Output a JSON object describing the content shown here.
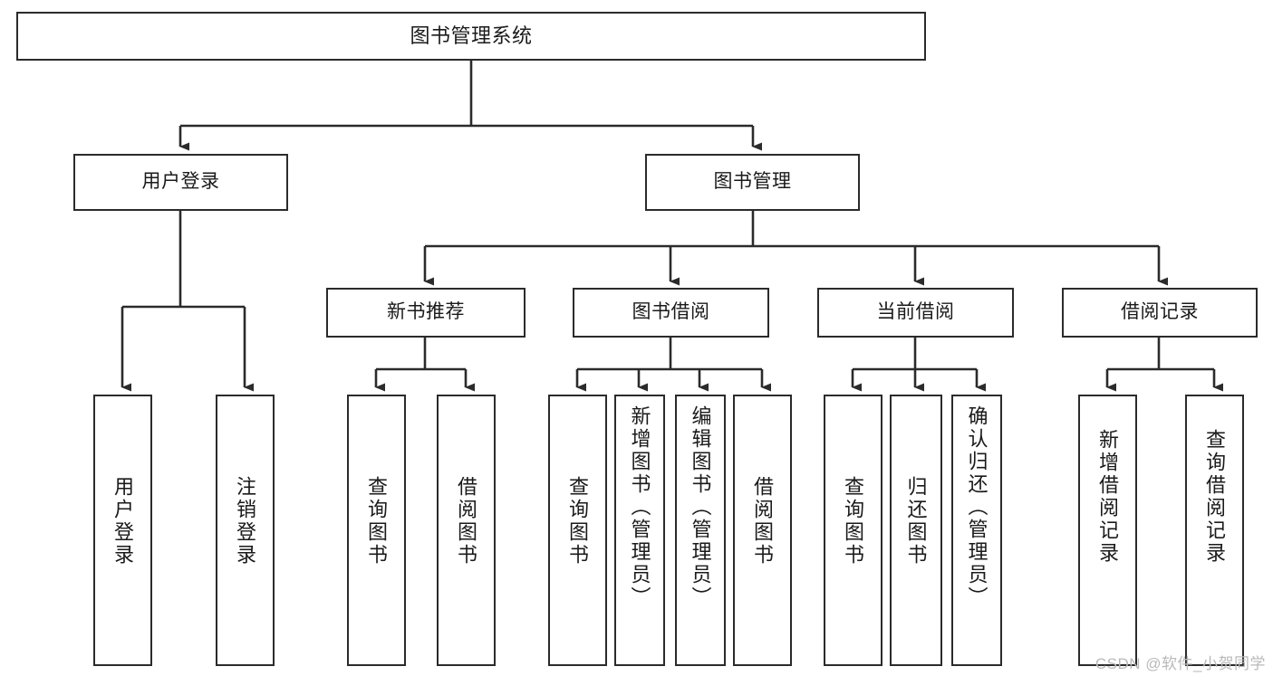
{
  "diagram": {
    "title": "图书管理系统",
    "type": "tree",
    "colors": {
      "box_stroke": "#2b2b2b",
      "box_fill": "#ffffff",
      "edge": "#2b2b2b",
      "text": "#1a1a1a",
      "watermark": "#b9b9b9"
    },
    "watermark": "CSDN @软件_小贺同学",
    "nodes": {
      "root": {
        "label": "图书管理系统",
        "level": 0
      },
      "level1": [
        {
          "id": "user-login",
          "label": "用户登录"
        },
        {
          "id": "book-manage",
          "label": "图书管理"
        }
      ],
      "level2": [
        {
          "id": "new-book-rec",
          "label": "新书推荐"
        },
        {
          "id": "book-borrow",
          "label": "图书借阅"
        },
        {
          "id": "current-borrow",
          "label": "当前借阅"
        },
        {
          "id": "borrow-record",
          "label": "借阅记录"
        }
      ],
      "leaves": {
        "user-login": [
          {
            "id": "leaf-user-login",
            "label": "用户登录"
          },
          {
            "id": "leaf-user-logout",
            "label": "注销登录"
          }
        ],
        "new-book-rec": [
          {
            "id": "leaf-query-book-1",
            "label": "查询图书"
          },
          {
            "id": "leaf-borrow-book-1",
            "label": "借阅图书"
          }
        ],
        "book-borrow": [
          {
            "id": "leaf-query-book-2",
            "label": "查询图书"
          },
          {
            "id": "leaf-add-book",
            "label": "新增图书（管理员）"
          },
          {
            "id": "leaf-edit-book",
            "label": "编辑图书（管理员）"
          },
          {
            "id": "leaf-borrow-book-2",
            "label": "借阅图书"
          }
        ],
        "current-borrow": [
          {
            "id": "leaf-query-book-3",
            "label": "查询图书"
          },
          {
            "id": "leaf-return-book",
            "label": "归还图书"
          },
          {
            "id": "leaf-confirm-return",
            "label": "确认归还（管理员）"
          }
        ],
        "borrow-record": [
          {
            "id": "leaf-add-record",
            "label": "新增借阅记录"
          },
          {
            "id": "leaf-query-record",
            "label": "查询借阅记录"
          }
        ]
      }
    }
  }
}
